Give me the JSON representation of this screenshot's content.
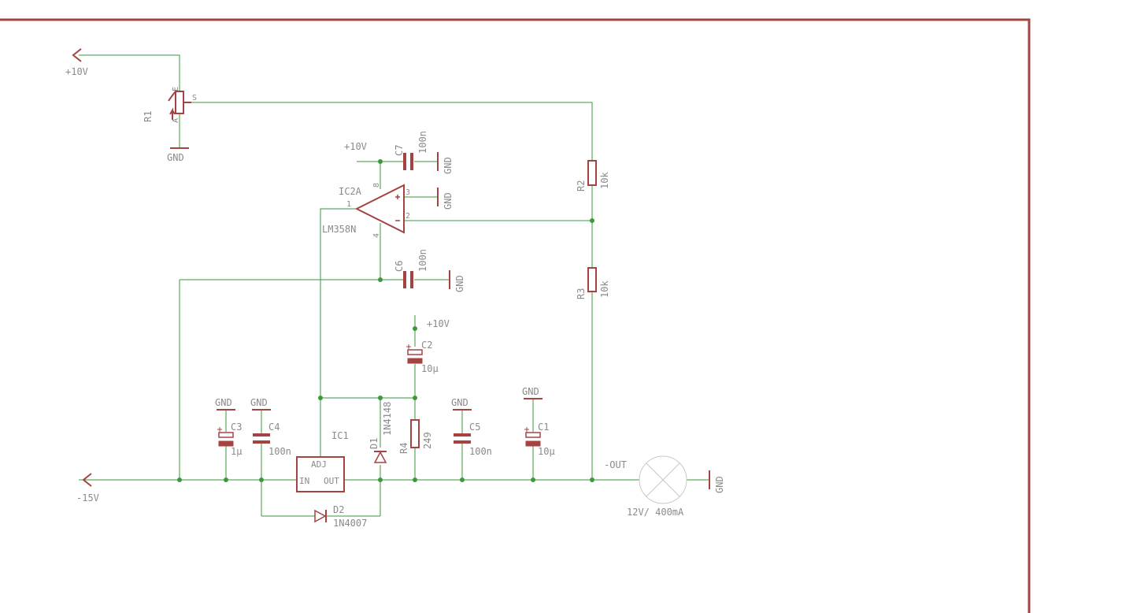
{
  "colors": {
    "wire": "#3a9a3a",
    "part": "#a54343",
    "text": "#8a8a8a",
    "frame": "#a54343",
    "lamp": "#c8c8c8"
  },
  "labels": {
    "plus10v_top": "+10V",
    "minus15v": "-15V",
    "r1_name": "R1",
    "r1_pin_e": "E",
    "r1_pin_a": "A",
    "r1_pin_s": "S",
    "gnd": "GND",
    "plus10v_c7": "+10V",
    "c7_name": "C7",
    "c7_value": "100n",
    "ic2a_name": "IC2A",
    "ic2a_type": "LM358N",
    "pin8": "8",
    "pin3": "3",
    "pin2": "2",
    "pin1": "1",
    "pin4": "4",
    "plus_sign": "+",
    "minus_sign": "-",
    "c6_name": "C6",
    "c6_value": "100n",
    "r2_name": "R2",
    "r2_value": "10k",
    "r3_name": "R3",
    "r3_value": "10k",
    "plus10v_c2": "+10V",
    "c2_name": "C2",
    "c2_value": "10µ",
    "c3_name": "C3",
    "c3_value": "1µ",
    "c4_name": "C4",
    "c4_value": "100n",
    "ic1_name": "IC1",
    "ic1_adj": "ADJ",
    "ic1_in": "IN",
    "ic1_out": "OUT",
    "d1_name": "D1",
    "d1_value": "1N4148",
    "r4_name": "R4",
    "r4_value": "249",
    "c5_name": "C5",
    "c5_value": "100n",
    "c1_name": "C1",
    "c1_value": "10µ",
    "out_label": "-OUT",
    "lamp_value": "12V/ 400mA",
    "d2_name": "D2",
    "d2_value": "1N4007"
  }
}
